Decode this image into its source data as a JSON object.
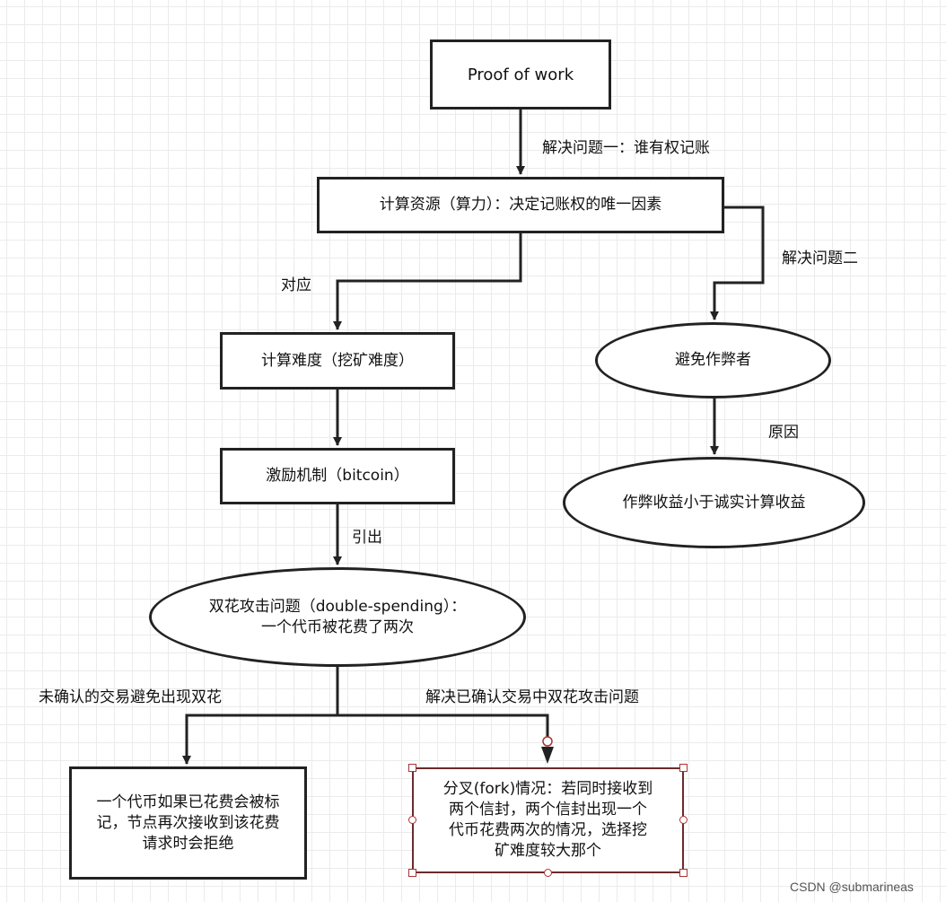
{
  "nodes": {
    "proof_of_work": "Proof of work",
    "compute_resource": "计算资源（算力）：决定记账权的唯一因素",
    "difficulty": "计算难度（挖矿难度）",
    "incentive": "激励机制（bitcoin）",
    "double_spending": {
      "line1": "双花攻击问题（double-spending）：",
      "line2": "一个代币被花费了两次"
    },
    "avoid_cheater": "避免作弊者",
    "cheat_gain": "作弊收益小于诚实计算收益",
    "marked_coin": {
      "line1": "一个代币如果已花费会被标",
      "line2": "记，节点再次接收到该花费",
      "line3": "请求时会拒绝"
    },
    "fork": {
      "line1": "分叉(fork)情况：若同时接收到",
      "line2": "两个信封，两个信封出现一个",
      "line3": "代币花费两次的情况，选择挖",
      "line4": "矿难度较大那个"
    }
  },
  "edge_labels": {
    "solve_problem_one": "解决问题一：谁有权记账",
    "corresponds": "对应",
    "solve_problem_two": "解决问题二",
    "reason": "原因",
    "leads_to": "引出",
    "unconfirmed": "未确认的交易避免出现双花",
    "confirmed": "解决已确认交易中双花攻击问题"
  },
  "watermark": "CSDN @submarineas"
}
